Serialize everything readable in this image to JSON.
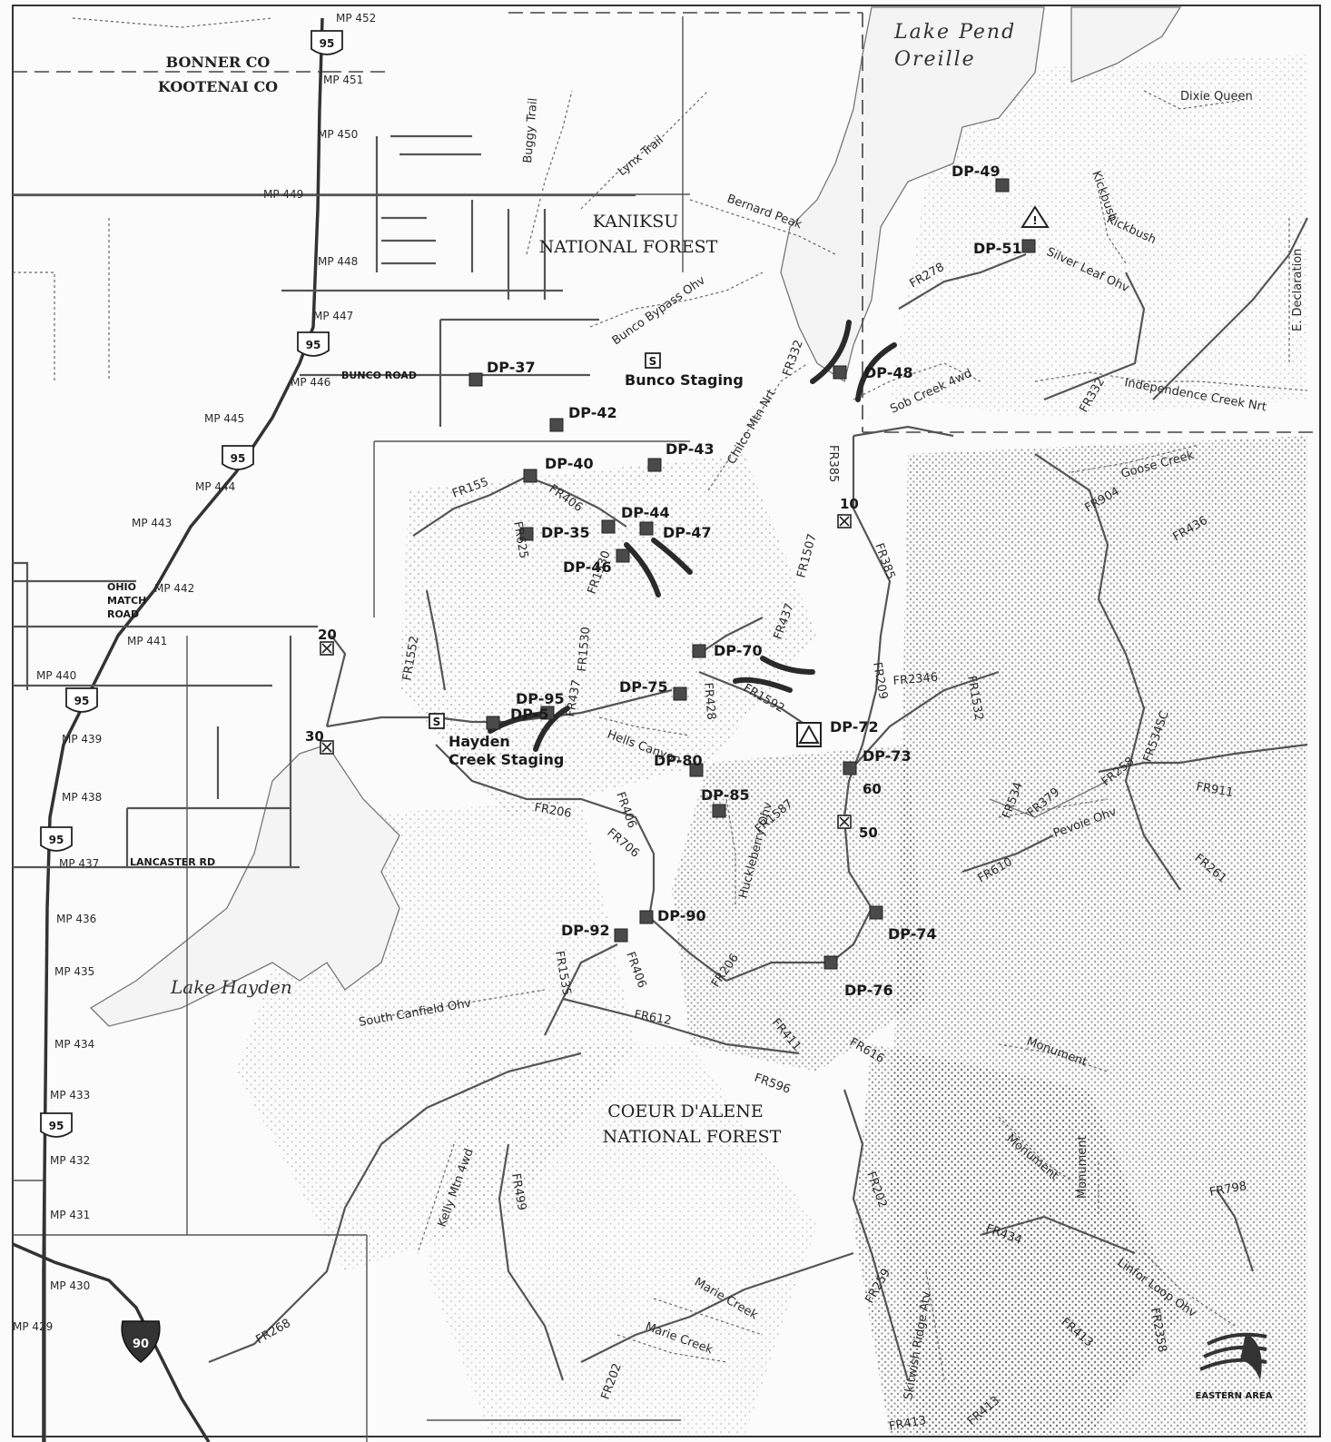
{
  "areas": {
    "county_north": "BONNER CO",
    "county_south": "KOOTENAI CO",
    "forest_north_1": "KANIKSU",
    "forest_north_2": "NATIONAL FOREST",
    "forest_south_1": "COEUR D'ALENE",
    "forest_south_2": "NATIONAL FOREST"
  },
  "water": {
    "lake_pend_1": "Lake Pend",
    "lake_pend_2": "Oreille",
    "lake_hayden": "Lake Hayden"
  },
  "highway_shields": [
    "95",
    "95",
    "95",
    "95",
    "95",
    "95"
  ],
  "interstate_shield": "90",
  "mileposts": [
    "MP 452",
    "MP 451",
    "MP 450",
    "MP 449",
    "MP 448",
    "MP 447",
    "MP 446",
    "MP 445",
    "MP 444",
    "MP 443",
    "MP 442",
    "MP 441",
    "MP 440",
    "MP 439",
    "MP 438",
    "MP 437",
    "MP 436",
    "MP 435",
    "MP 434",
    "MP 433",
    "MP 432",
    "MP 431",
    "MP 430",
    "MP 429"
  ],
  "local_roads": {
    "bunco": "BUNCO ROAD",
    "ohio_1": "OHIO",
    "ohio_2": "MATCH",
    "ohio_3": "ROAD",
    "lancaster": "LANCASTER RD"
  },
  "staging": {
    "bunco": "Bunco Staging",
    "hayden_1": "Hayden",
    "hayden_2": "Creek Staging",
    "symbol": "S"
  },
  "drop_points": [
    "DP-37",
    "DP-42",
    "DP-43",
    "DP-40",
    "DP-44",
    "DP-47",
    "DP-35",
    "DP-46",
    "DP-70",
    "DP-75",
    "DP-95",
    "DP-5",
    "DP-72",
    "DP-73",
    "DP-80",
    "DP-85",
    "DP-90",
    "DP-92",
    "DP-74",
    "DP-76",
    "DP-48",
    "DP-49",
    "DP-51"
  ],
  "gates": [
    "10",
    "20",
    "30",
    "50",
    "60"
  ],
  "forest_roads": [
    "FR155",
    "FR406",
    "FR625",
    "FR1530",
    "FR1530",
    "FR1552",
    "FR437",
    "FR437",
    "FR1507",
    "FR385",
    "FR385",
    "FR332",
    "FR209",
    "FR2346",
    "FR1532",
    "FR428",
    "FR1592",
    "FR206",
    "FR706",
    "FR406",
    "FR1587",
    "FR206",
    "FR406",
    "FR1535",
    "FR612",
    "FR411",
    "FR616",
    "FR596",
    "FR904",
    "FR436",
    "FR534",
    "FR379",
    "FR258",
    "FR534SC",
    "FR911",
    "FR261",
    "FR610",
    "FR202",
    "FR434",
    "FR798",
    "FR499",
    "FR268",
    "FR259",
    "FR202",
    "FR413",
    "FR413",
    "FR413",
    "FR2358",
    "FR278",
    "FR332"
  ],
  "trails": [
    "Buggy Trail",
    "Lynx Trail",
    "Bernard Peak",
    "Bunco Bypass Ohv",
    "Chilco Mtn Nrt",
    "Sob Creek 4wd",
    "Independence Creek Nrt",
    "Silver Leaf Ohv",
    "Kickbush",
    "Kickbush",
    "Dixie Queen",
    "E. Declaration",
    "Goose Creek",
    "Hells Canyon",
    "Huckleberry Ohv",
    "Pevoie Ohv",
    "South Canfield Ohv",
    "Kelly Mtn 4wd",
    "Monument",
    "Monument",
    "Monument",
    "Marie Creek",
    "Marie Creek",
    "Skitwish Ridge Atv",
    "Linfor Loop Ohv"
  ],
  "logo": "EASTERN AREA"
}
